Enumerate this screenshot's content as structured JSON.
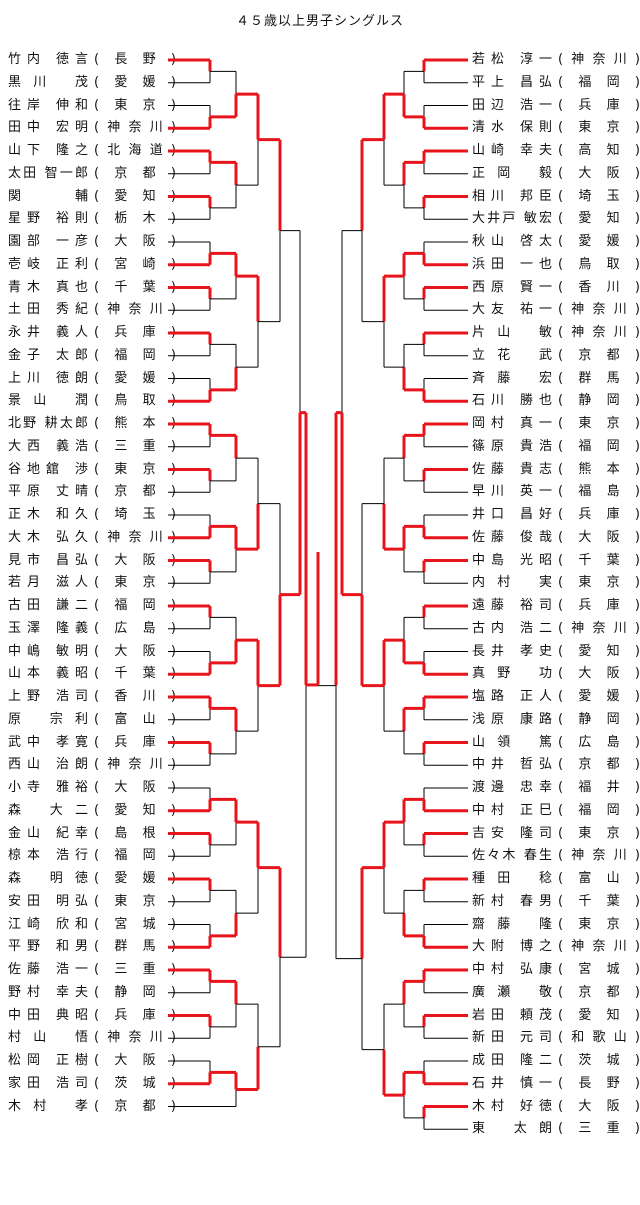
{
  "title": "４５歳以上男子シングルス",
  "left_players": [
    {
      "name": "竹内 徳言",
      "pref": "(長野)"
    },
    {
      "name": "黒川 茂",
      "pref": "(愛媛)"
    },
    {
      "name": "往岸 伸和",
      "pref": "(東京)"
    },
    {
      "name": "田中 宏明",
      "pref": "(神奈川)"
    },
    {
      "name": "山下 隆之",
      "pref": "(北海道)"
    },
    {
      "name": "太田 智一郎",
      "pref": "(京都)"
    },
    {
      "name": "関 輔",
      "pref": "(愛知)"
    },
    {
      "name": "星野 裕則",
      "pref": "(栃木)"
    },
    {
      "name": "園部 一彦",
      "pref": "(大阪)"
    },
    {
      "name": "壱岐 正利",
      "pref": "(宮崎)"
    },
    {
      "name": "青木 真也",
      "pref": "(千葉)"
    },
    {
      "name": "土田 秀紀",
      "pref": "(神奈川)"
    },
    {
      "name": "永井 義人",
      "pref": "(兵庫)"
    },
    {
      "name": "金子 太郎",
      "pref": "(福岡)"
    },
    {
      "name": "上川 徳朗",
      "pref": "(愛媛)"
    },
    {
      "name": "景山 潤",
      "pref": "(鳥取)"
    },
    {
      "name": "北野 耕太郎",
      "pref": "(熊本)"
    },
    {
      "name": "大西 義浩",
      "pref": "(三重)"
    },
    {
      "name": "谷地舘 渉",
      "pref": "(東京)"
    },
    {
      "name": "平原 丈晴",
      "pref": "(京都)"
    },
    {
      "name": "正木 和久",
      "pref": "(埼玉)"
    },
    {
      "name": "大木 弘久",
      "pref": "(神奈川)"
    },
    {
      "name": "見市 昌弘",
      "pref": "(大阪)"
    },
    {
      "name": "若月 滋人",
      "pref": "(東京)"
    },
    {
      "name": "古田 謙二",
      "pref": "(福岡)"
    },
    {
      "name": "玉澤 隆義",
      "pref": "(広島)"
    },
    {
      "name": "中嶋 敏明",
      "pref": "(大阪)"
    },
    {
      "name": "山本 義昭",
      "pref": "(千葉)"
    },
    {
      "name": "上野 浩司",
      "pref": "(香川)"
    },
    {
      "name": "原 宗利",
      "pref": "(富山)"
    },
    {
      "name": "武中 孝寛",
      "pref": "(兵庫)"
    },
    {
      "name": "西山 治朗",
      "pref": "(神奈川)"
    },
    {
      "name": "小寺 雅裕",
      "pref": "(大阪)"
    },
    {
      "name": "森 大二",
      "pref": "(愛知)"
    },
    {
      "name": "金山 紀幸",
      "pref": "(島根)"
    },
    {
      "name": "椋本 浩行",
      "pref": "(福岡)"
    },
    {
      "name": "森 明徳",
      "pref": "(愛媛)"
    },
    {
      "name": "安田 明弘",
      "pref": "(東京)"
    },
    {
      "name": "江崎 欣和",
      "pref": "(宮城)"
    },
    {
      "name": "平野 和男",
      "pref": "(群馬)"
    },
    {
      "name": "佐藤 浩一",
      "pref": "(三重)"
    },
    {
      "name": "野村 幸夫",
      "pref": "(静岡)"
    },
    {
      "name": "中田 典昭",
      "pref": "(兵庫)"
    },
    {
      "name": "村山 悟",
      "pref": "(神奈川)"
    },
    {
      "name": "松岡 正樹",
      "pref": "(大阪)"
    },
    {
      "name": "家田 浩司",
      "pref": "(茨城)"
    },
    {
      "name": "木村 孝",
      "pref": "(京都)"
    }
  ],
  "right_players": [
    {
      "name": "若松 淳一",
      "pref": "(神奈川)"
    },
    {
      "name": "平上 昌弘",
      "pref": "(福岡)"
    },
    {
      "name": "田辺 浩一",
      "pref": "(兵庫)"
    },
    {
      "name": "清水 保則",
      "pref": "(東京)"
    },
    {
      "name": "山崎 幸夫",
      "pref": "(高知)"
    },
    {
      "name": "正岡 毅",
      "pref": "(大阪)"
    },
    {
      "name": "相川 邦臣",
      "pref": "(埼玉)"
    },
    {
      "name": "大井戸 敏宏",
      "pref": "(愛知)"
    },
    {
      "name": "秋山 啓太",
      "pref": "(愛媛)"
    },
    {
      "name": "浜田 一也",
      "pref": "(鳥取)"
    },
    {
      "name": "西原 賢一",
      "pref": "(香川)"
    },
    {
      "name": "大友 祐一",
      "pref": "(神奈川)"
    },
    {
      "name": "片山 敏",
      "pref": "(神奈川)"
    },
    {
      "name": "立花 武",
      "pref": "(京都)"
    },
    {
      "name": "斉藤 宏",
      "pref": "(群馬)"
    },
    {
      "name": "石川 勝也",
      "pref": "(静岡)"
    },
    {
      "name": "岡村 真一",
      "pref": "(東京)"
    },
    {
      "name": "篠原 貴浩",
      "pref": "(福岡)"
    },
    {
      "name": "佐藤 貴志",
      "pref": "(熊本)"
    },
    {
      "name": "早川 英一",
      "pref": "(福島)"
    },
    {
      "name": "井口 昌好",
      "pref": "(兵庫)"
    },
    {
      "name": "佐藤 俊哉",
      "pref": "(大阪)"
    },
    {
      "name": "中島 光昭",
      "pref": "(千葉)"
    },
    {
      "name": "内村 実",
      "pref": "(東京)"
    },
    {
      "name": "遠藤 裕司",
      "pref": "(兵庫)"
    },
    {
      "name": "古内 浩二",
      "pref": "(神奈川)"
    },
    {
      "name": "長井 孝史",
      "pref": "(愛知)"
    },
    {
      "name": "真野 功",
      "pref": "(大阪)"
    },
    {
      "name": "塩路 正人",
      "pref": "(愛媛)"
    },
    {
      "name": "浅原 康路",
      "pref": "(静岡)"
    },
    {
      "name": "山領 篤",
      "pref": "(広島)"
    },
    {
      "name": "中井 哲弘",
      "pref": "(京都)"
    },
    {
      "name": "渡邊 忠幸",
      "pref": "(福井)"
    },
    {
      "name": "中村 正巳",
      "pref": "(福岡)"
    },
    {
      "name": "吉安 隆司",
      "pref": "(東京)"
    },
    {
      "name": "佐々木 春生",
      "pref": "(神奈川)"
    },
    {
      "name": "種田 稔",
      "pref": "(富山)"
    },
    {
      "name": "新村 春男",
      "pref": "(千葉)"
    },
    {
      "name": "齋藤 隆",
      "pref": "(東京)"
    },
    {
      "name": "大附 博之",
      "pref": "(神奈川)"
    },
    {
      "name": "中村 弘康",
      "pref": "(宮城)"
    },
    {
      "name": "廣瀬 敬",
      "pref": "(京都)"
    },
    {
      "name": "岩田 頼茂",
      "pref": "(愛知)"
    },
    {
      "name": "新田 元司",
      "pref": "(和歌山)"
    },
    {
      "name": "成田 隆二",
      "pref": "(茨城)"
    },
    {
      "name": "石井 慎一",
      "pref": "(長野)"
    },
    {
      "name": "木村 好徳",
      "pref": "(大阪)"
    },
    {
      "name": "東 太朗",
      "pref": "(三重)"
    }
  ],
  "colors": {
    "winner_line": "#e8141c",
    "loser_line": "#000000",
    "text": "#111111"
  }
}
